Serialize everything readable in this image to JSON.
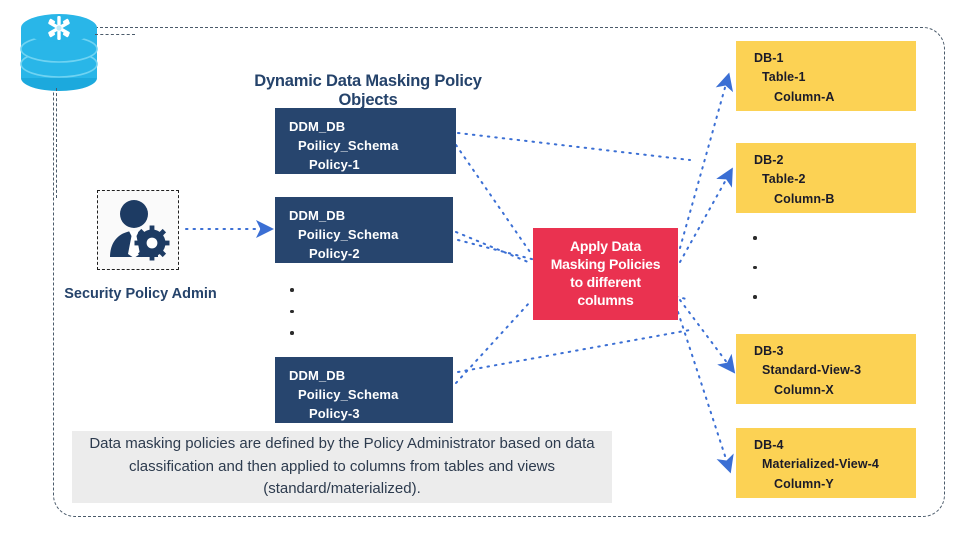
{
  "diagram": {
    "title": "Dynamic Data Masking Policy Objects",
    "source_icon": "snowflake-database-icon",
    "admin": {
      "icon": "user-with-gear-icon",
      "label": "Security Policy Admin"
    },
    "apply_box": {
      "line1": "Apply Data",
      "line2": "Masking Policies",
      "line3": "to different",
      "line4": "columns"
    },
    "policy_objects": [
      {
        "line1": "DDM_DB",
        "line2": "Poilicy_Schema",
        "line3": "Policy-1"
      },
      {
        "line1": "DDM_DB",
        "line2": "Poilicy_Schema",
        "line3": "Policy-2"
      },
      {
        "line1": "DDM_DB",
        "line2": "Poilicy_Schema",
        "line3": "Policy-3"
      }
    ],
    "targets": [
      {
        "line1": "DB-1",
        "line2": "Table-1",
        "line3": "Column-A"
      },
      {
        "line1": "DB-2",
        "line2": "Table-2",
        "line3": "Column-B"
      },
      {
        "line1": "DB-3",
        "line2": "Standard-View-3",
        "line3": "Column-X"
      },
      {
        "line1": "DB-4",
        "line2": "Materialized-View-4",
        "line3": "Column-Y"
      }
    ],
    "caption": "Data masking policies are defined by the Policy Administrator based on data classification and then applied to columns from tables and views (standard/materialized).",
    "colors": {
      "navy": "#27456e",
      "yellow": "#fcd254",
      "red": "#ea3250",
      "cyan": "#29b6e8",
      "arrow_blue": "#3b6fd4",
      "caption_bg": "#ececec",
      "boundary": "#4a5a6a"
    }
  }
}
